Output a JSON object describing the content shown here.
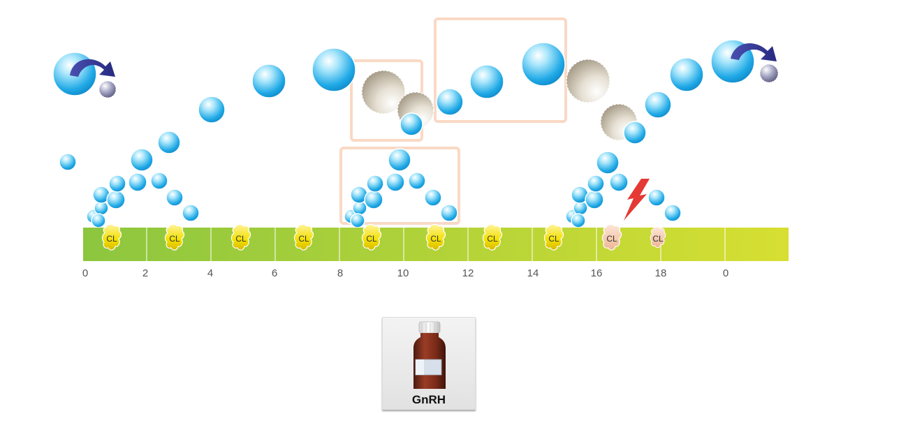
{
  "axis": {
    "labels": [
      "0",
      "2",
      "4",
      "6",
      "8",
      "10",
      "12",
      "14",
      "16",
      "18",
      "0"
    ]
  },
  "corpus_luteum_label": "CL",
  "colors": {
    "follicle": "#29b2e8",
    "atretic_follicle": "#c9bfae",
    "highlight_box": "#f9d9c5",
    "bar_start": "#8cc63f",
    "bar_end": "#d7df32",
    "cl_active": "#f2e000",
    "cl_regressing": "#f5c9b0",
    "arrow": "#2e3192",
    "lightning": "#e53935"
  },
  "product": {
    "name": "GnRH",
    "icon": "medicine-bottle-icon"
  }
}
